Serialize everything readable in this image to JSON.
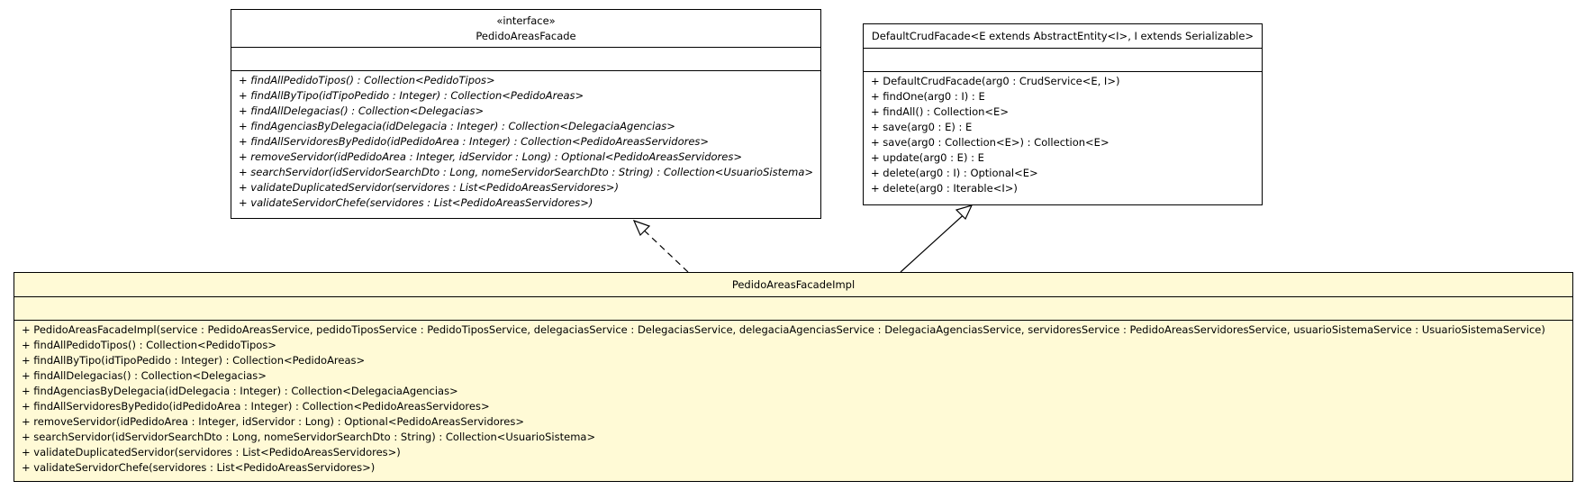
{
  "interface_box": {
    "stereotype": "«interface»",
    "name": "PedidoAreasFacade",
    "operations": [
      "+ findAllPedidoTipos() : Collection<PedidoTipos>",
      "+ findAllByTipo(idTipoPedido : Integer) : Collection<PedidoAreas>",
      "+ findAllDelegacias() : Collection<Delegacias>",
      "+ findAgenciasByDelegacia(idDelegacia : Integer) : Collection<DelegaciaAgencias>",
      "+ findAllServidoresByPedido(idPedidoArea : Integer) : Collection<PedidoAreasServidores>",
      "+ removeServidor(idPedidoArea : Integer, idServidor : Long) : Optional<PedidoAreasServidores>",
      "+ searchServidor(idServidorSearchDto : Long, nomeServidorSearchDto : String) : Collection<UsuarioSistema>",
      "+ validateDuplicatedServidor(servidores : List<PedidoAreasServidores>)",
      "+ validateServidorChefe(servidores : List<PedidoAreasServidores>)"
    ]
  },
  "crud_box": {
    "name": "DefaultCrudFacade<E extends AbstractEntity<I>, I extends Serializable>",
    "operations": [
      "+ DefaultCrudFacade(arg0 : CrudService<E, I>)",
      "+ findOne(arg0 : I) : E",
      "+ findAll() : Collection<E>",
      "+ save(arg0 : E) : E",
      "+ save(arg0 : Collection<E>) : Collection<E>",
      "+ update(arg0 : E) : E",
      "+ delete(arg0 : I) : Optional<E>",
      "+ delete(arg0 : Iterable<I>)"
    ]
  },
  "impl_box": {
    "name": "PedidoAreasFacadeImpl",
    "operations": [
      "+ PedidoAreasFacadeImpl(service : PedidoAreasService, pedidoTiposService : PedidoTiposService, delegaciasService : DelegaciasService, delegaciaAgenciasService : DelegaciaAgenciasService, servidoresService : PedidoAreasServidoresService, usuarioSistemaService : UsuarioSistemaService)",
      "+ findAllPedidoTipos() : Collection<PedidoTipos>",
      "+ findAllByTipo(idTipoPedido : Integer) : Collection<PedidoAreas>",
      "+ findAllDelegacias() : Collection<Delegacias>",
      "+ findAgenciasByDelegacia(idDelegacia : Integer) : Collection<DelegaciaAgencias>",
      "+ findAllServidoresByPedido(idPedidoArea : Integer) : Collection<PedidoAreasServidores>",
      "+ removeServidor(idPedidoArea : Integer, idServidor : Long) : Optional<PedidoAreasServidores>",
      "+ searchServidor(idServidorSearchDto : Long, nomeServidorSearchDto : String) : Collection<UsuarioSistema>",
      "+ validateDuplicatedServidor(servidores : List<PedidoAreasServidores>)",
      "+ validateServidorChefe(servidores : List<PedidoAreasServidores>)"
    ]
  },
  "colors": {
    "impl_fill": "#fffad6",
    "class_fill": "#ffffff",
    "line": "#000000"
  }
}
